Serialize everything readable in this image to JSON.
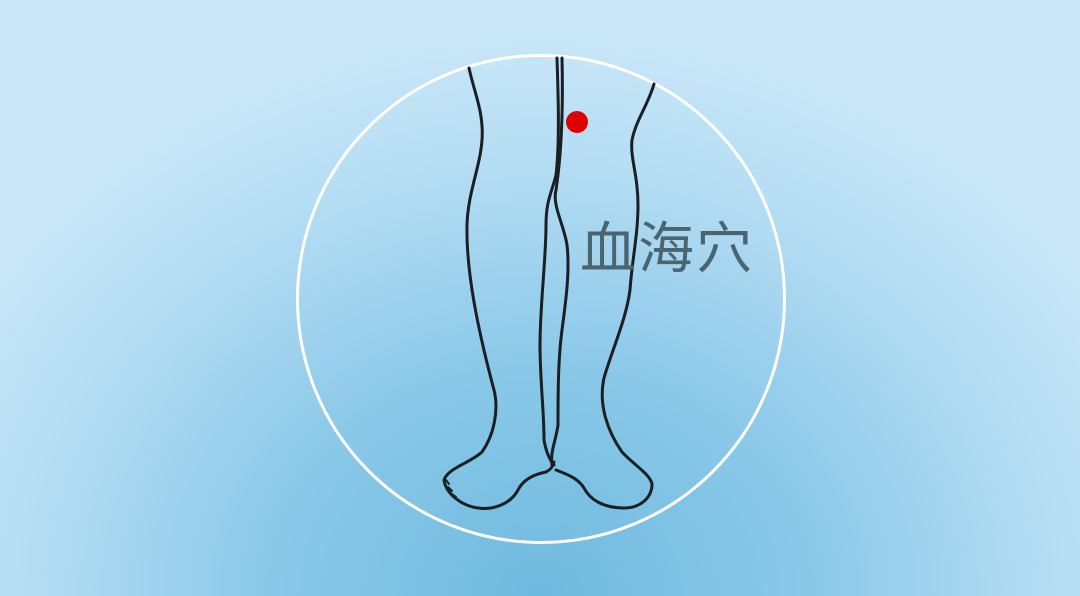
{
  "illustration": {
    "acupoint_name": "血海穴",
    "marker_color": "#e00000",
    "outline_color": "#1b1e22",
    "circle_color": "#ffffff",
    "label_color": "#4a6470",
    "icons": [
      "legs-outline-illustration",
      "acupoint-marker-dot"
    ]
  }
}
